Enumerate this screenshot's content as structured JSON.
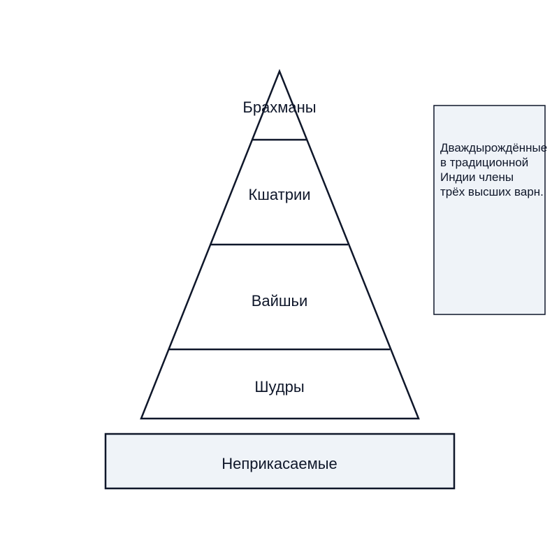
{
  "pyramid": {
    "tiers": [
      {
        "id": "brahmins",
        "label": "Брахманы"
      },
      {
        "id": "kshatriyas",
        "label": "Кшатрии"
      },
      {
        "id": "vaishyas",
        "label": "Вайшьи"
      },
      {
        "id": "shudras",
        "label": "Шудры"
      }
    ]
  },
  "base": {
    "label": "Неприкасаемые"
  },
  "note": {
    "lines": [
      "Дваждырождённые",
      "в традиционной",
      "Индии члены",
      "трёх высших варн."
    ]
  },
  "colors": {
    "stroke": "#0f172a",
    "box_fill": "#eff3f8",
    "background": "#ffffff"
  }
}
